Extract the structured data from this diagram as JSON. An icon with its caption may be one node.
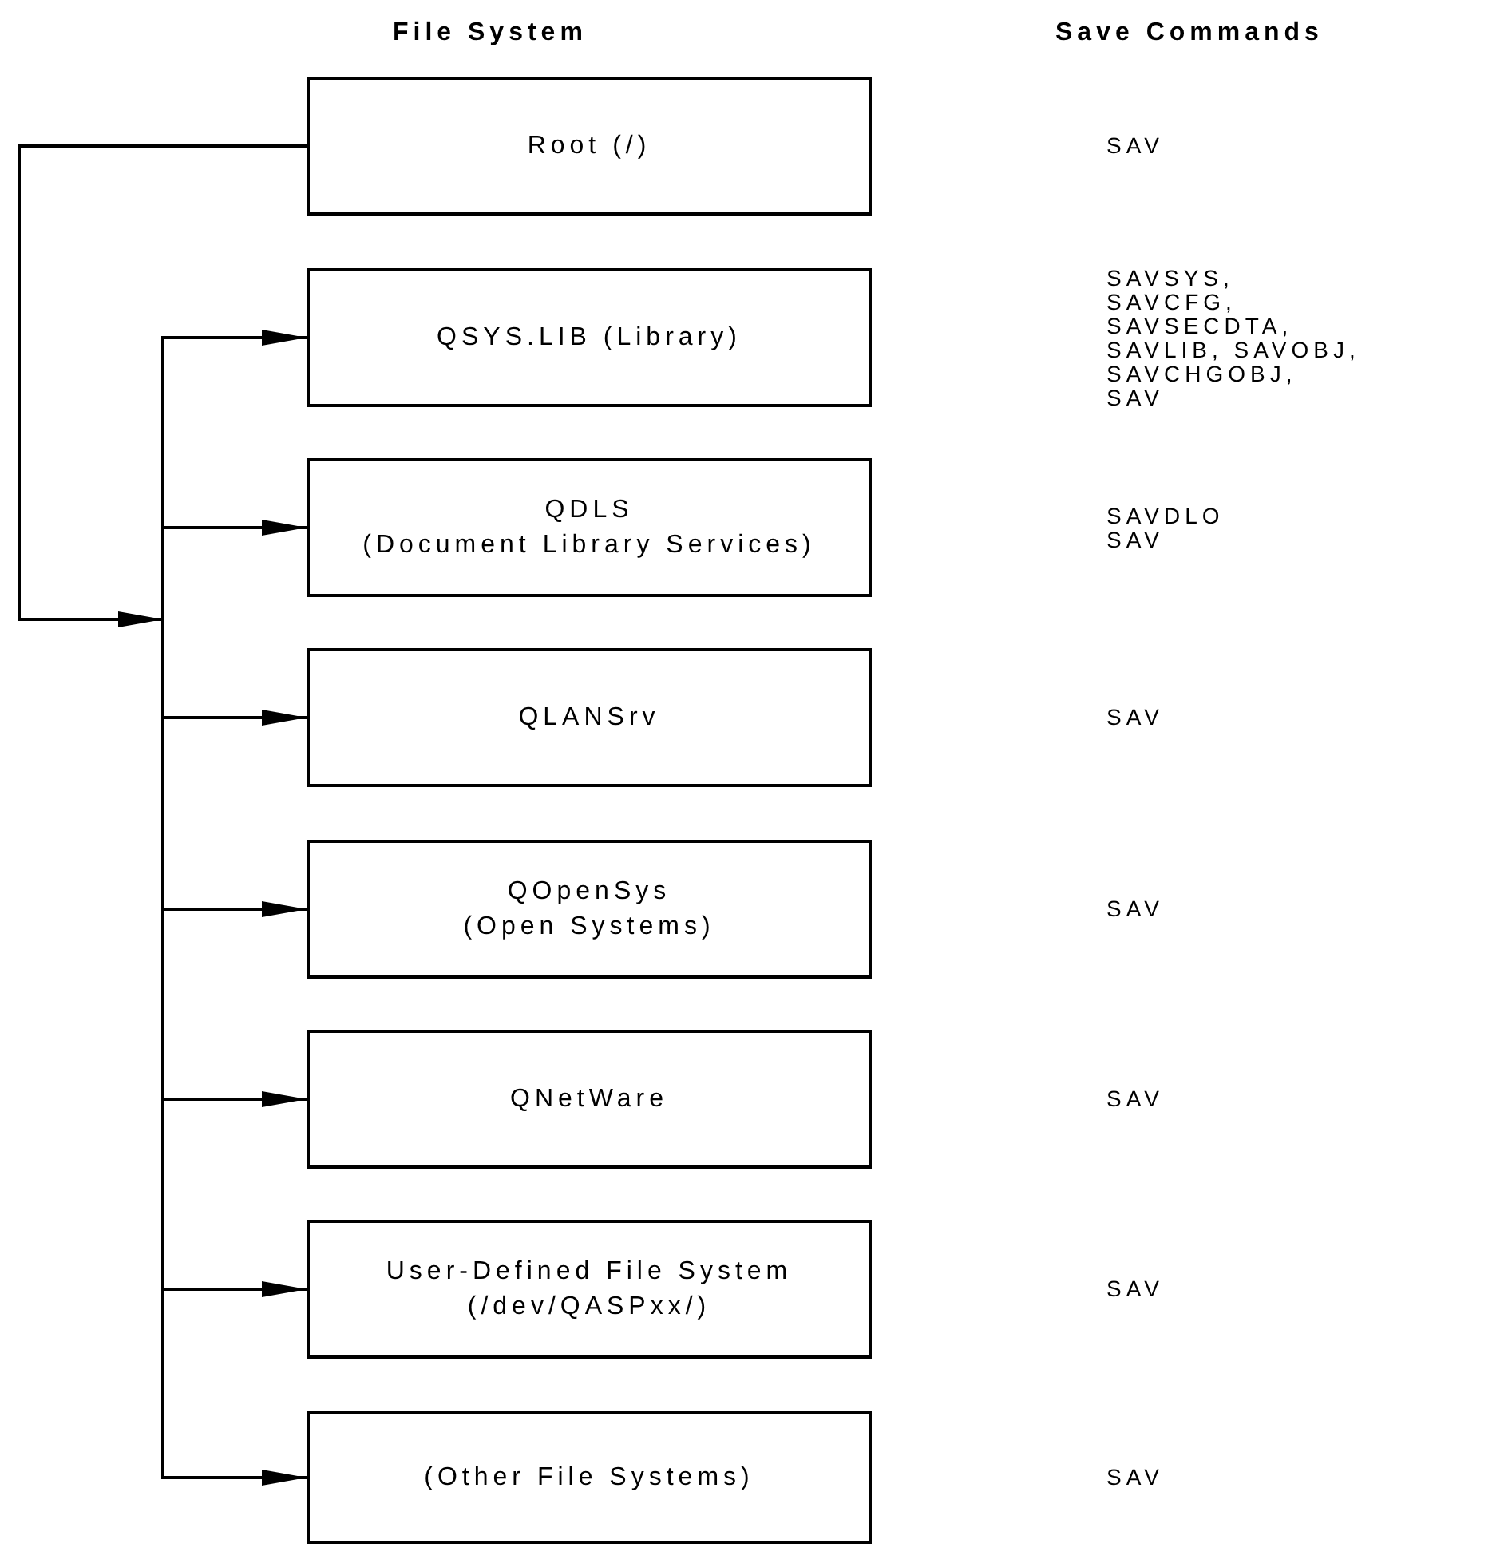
{
  "diagram": {
    "nodes": [
      {
        "text": [
          "Root (/)"
        ]
      },
      {
        "text": [
          "QSYS.LIB (Library)"
        ]
      },
      {
        "text": [
          "QDLS",
          "(Document Library Services)"
        ]
      },
      {
        "text": [
          "QLANSrv"
        ]
      },
      {
        "text": [
          "QOpenSys",
          "(Open Systems)"
        ]
      },
      {
        "text": [
          "QNetWare"
        ]
      },
      {
        "text": [
          "User-Defined File System (/dev/QASPxx/)"
        ]
      },
      {
        "text": [
          "(Other File Systems)"
        ]
      }
    ],
    "edges": [
      {
        "from": 0,
        "to": 1,
        "arrow": "to"
      },
      {
        "from": 0,
        "to": 2,
        "arrow": "to"
      },
      {
        "from": 0,
        "to": 3,
        "arrow": "to"
      },
      {
        "from": 0,
        "to": 4,
        "arrow": "to"
      },
      {
        "from": 0,
        "to": 5,
        "arrow": "to"
      },
      {
        "from": 0,
        "to": 6,
        "arrow": "to"
      },
      {
        "from": 0,
        "to": 7,
        "arrow": "to"
      }
    ],
    "labels": [
      "File System",
      "Save Commands",
      "SAV",
      "SAVSYS,",
      "SAVCFG,",
      "SAVSECDTA,",
      "SAVLIB, SAVOBJ,",
      "SAVCHGOBJ,",
      "SAV",
      "SAVDLO",
      "SAV",
      "SAV",
      "SAV",
      "SAV",
      "SAV",
      "SAV"
    ]
  }
}
